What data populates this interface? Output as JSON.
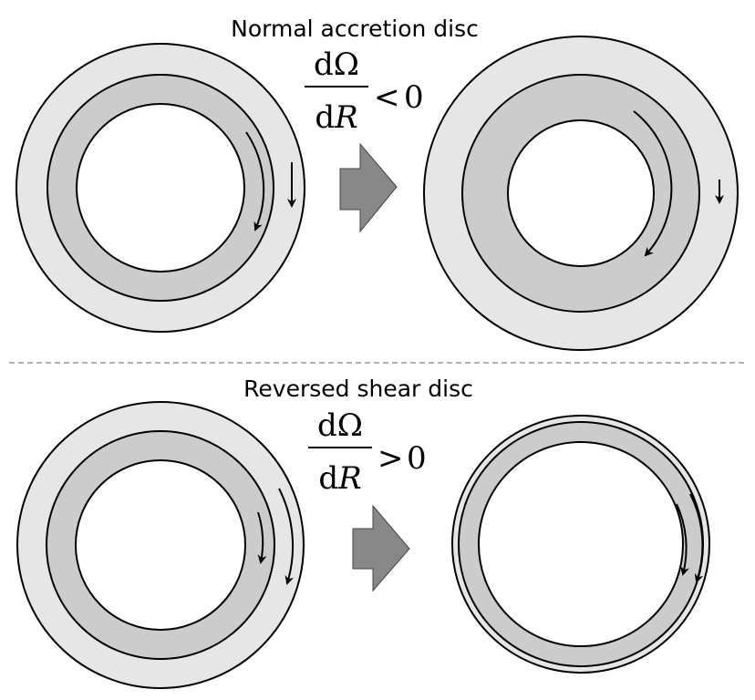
{
  "sections": [
    {
      "title": "Normal accretion disc",
      "equation": {
        "numerator": "dΩ",
        "denominator_d": "d",
        "denominator_var": "R",
        "relation": "<",
        "rhs": "0"
      }
    },
    {
      "title": "Reversed shear disc",
      "equation": {
        "numerator": "dΩ",
        "denominator_d": "d",
        "denominator_var": "R",
        "relation": ">",
        "rhs": "0"
      }
    }
  ],
  "colors": {
    "outer_ring": "#e6e6e6",
    "inner_ring": "#cccccc",
    "arrow_fill": "#888888",
    "stroke": "#000000",
    "divider": "#999999"
  }
}
